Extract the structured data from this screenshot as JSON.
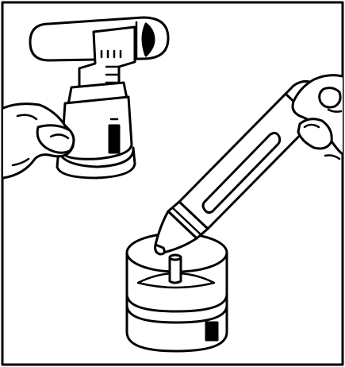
{
  "figure": {
    "line_color": "#000000",
    "fill_color": "#ffffff",
    "parts": [
      "inhaler-device",
      "left-hand",
      "vial",
      "pen-injector",
      "right-hand"
    ]
  }
}
